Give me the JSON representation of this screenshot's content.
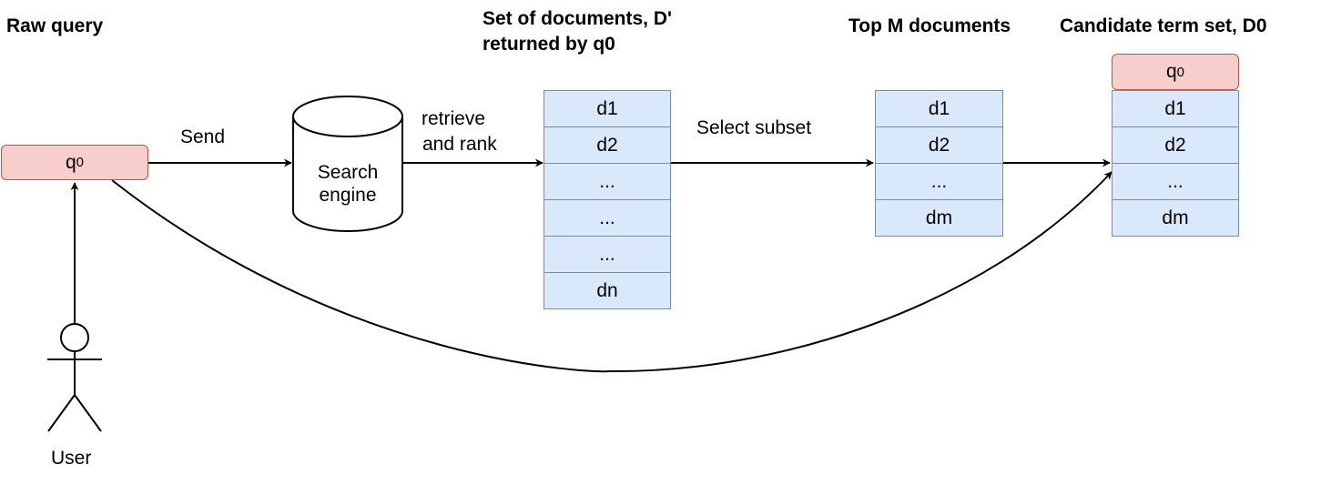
{
  "headings": {
    "raw_query": "Raw query",
    "set_documents_line1": "Set of documents, D'",
    "set_documents_line2": "returned by q0",
    "top_m": "Top M documents",
    "candidate": "Candidate term set, D0"
  },
  "query": {
    "letter": "q",
    "subscript": "0"
  },
  "search_engine": {
    "line1": "Search",
    "line2": "engine"
  },
  "edges": {
    "send": "Send",
    "retrieve_line1": "retrieve",
    "retrieve_line2": "and rank",
    "select_subset": "Select subset"
  },
  "actor": {
    "label": "User"
  },
  "document_set": [
    "d1",
    "d2",
    "...",
    "...",
    "...",
    "dn"
  ],
  "top_m_docs": [
    "d1",
    "d2",
    "...",
    "dm"
  ],
  "candidate_docs": [
    "d1",
    "d2",
    "...",
    "dm"
  ],
  "colors": {
    "query_fill": "#f8cecc",
    "query_stroke": "#b85450",
    "doc_fill": "#dae8fc",
    "doc_stroke": "#6c8ebf"
  }
}
